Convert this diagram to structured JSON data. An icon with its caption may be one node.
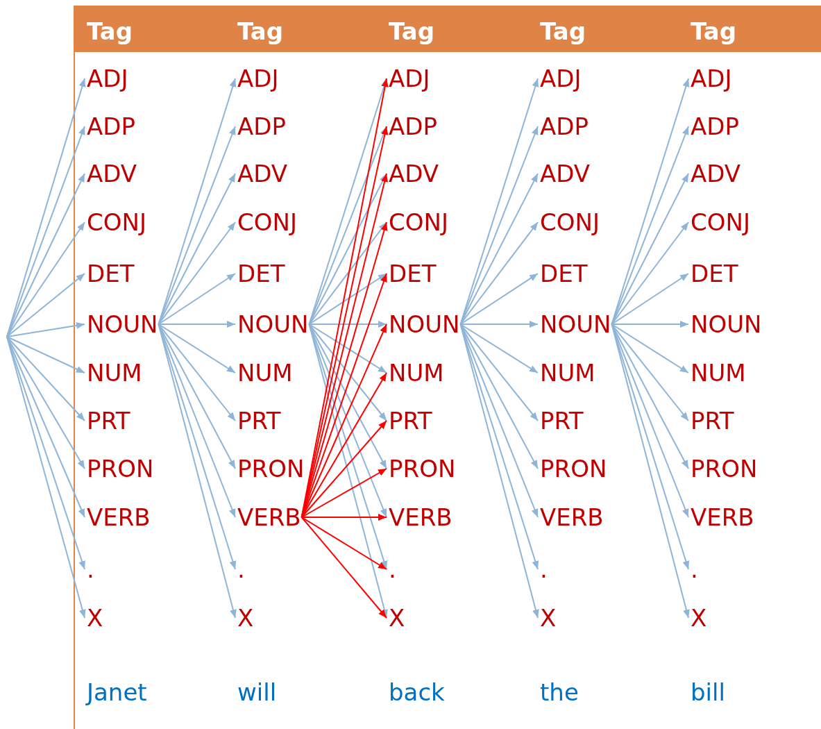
{
  "diagram": {
    "nodes": [
      {
        "text": [
          "ADJ"
        ]
      },
      {
        "text": [
          "ADP"
        ]
      },
      {
        "text": [
          "ADV"
        ]
      },
      {
        "text": [
          "CONJ"
        ]
      },
      {
        "text": [
          "DET"
        ]
      },
      {
        "text": [
          "NOUN"
        ]
      },
      {
        "text": [
          "NUM"
        ]
      },
      {
        "text": [
          "PRT"
        ]
      },
      {
        "text": [
          "PRON"
        ]
      },
      {
        "text": [
          "VERB"
        ]
      },
      {
        "text": [
          "."
        ]
      },
      {
        "text": [
          "X"
        ]
      },
      {
        "text": [
          "ADJ"
        ]
      },
      {
        "text": [
          "ADP"
        ]
      },
      {
        "text": [
          "ADV"
        ]
      },
      {
        "text": [
          "CONJ"
        ]
      },
      {
        "text": [
          "DET"
        ]
      },
      {
        "text": [
          "NOUN"
        ]
      },
      {
        "text": [
          "NUM"
        ]
      },
      {
        "text": [
          "PRT"
        ]
      },
      {
        "text": [
          "PRON"
        ]
      },
      {
        "text": [
          "VERB"
        ]
      },
      {
        "text": [
          "."
        ]
      },
      {
        "text": [
          "X"
        ]
      },
      {
        "text": [
          "ADJ"
        ]
      },
      {
        "text": [
          "ADP"
        ]
      },
      {
        "text": [
          "ADV"
        ]
      },
      {
        "text": [
          "CONJ"
        ]
      },
      {
        "text": [
          "DET"
        ]
      },
      {
        "text": [
          "NOUN"
        ]
      },
      {
        "text": [
          "NUM"
        ]
      },
      {
        "text": [
          "PRT"
        ]
      },
      {
        "text": [
          "PRON"
        ]
      },
      {
        "text": [
          "VERB"
        ]
      },
      {
        "text": [
          "."
        ]
      },
      {
        "text": [
          "X"
        ]
      },
      {
        "text": [
          "ADJ"
        ]
      },
      {
        "text": [
          "ADP"
        ]
      },
      {
        "text": [
          "ADV"
        ]
      },
      {
        "text": [
          "CONJ"
        ]
      },
      {
        "text": [
          "DET"
        ]
      },
      {
        "text": [
          "NOUN"
        ]
      },
      {
        "text": [
          "NUM"
        ]
      },
      {
        "text": [
          "PRT"
        ]
      },
      {
        "text": [
          "PRON"
        ]
      },
      {
        "text": [
          "VERB"
        ]
      },
      {
        "text": [
          "."
        ]
      },
      {
        "text": [
          "X"
        ]
      },
      {
        "text": [
          "ADJ"
        ]
      },
      {
        "text": [
          "ADP"
        ]
      },
      {
        "text": [
          "ADV"
        ]
      },
      {
        "text": [
          "CONJ"
        ]
      },
      {
        "text": [
          "DET"
        ]
      },
      {
        "text": [
          "NOUN"
        ]
      },
      {
        "text": [
          "NUM"
        ]
      },
      {
        "text": [
          "PRT"
        ]
      },
      {
        "text": [
          "PRON"
        ]
      },
      {
        "text": [
          "VERB"
        ]
      },
      {
        "text": [
          "."
        ]
      },
      {
        "text": [
          "X"
        ]
      }
    ],
    "edges": [
      {
        "from": null,
        "to": 0,
        "arrow": "to"
      },
      {
        "from": null,
        "to": 1,
        "arrow": "to"
      },
      {
        "from": null,
        "to": 2,
        "arrow": "to"
      },
      {
        "from": null,
        "to": 3,
        "arrow": "to"
      },
      {
        "from": null,
        "to": 4,
        "arrow": "to"
      },
      {
        "from": null,
        "to": 5,
        "arrow": "to"
      },
      {
        "from": null,
        "to": 6,
        "arrow": "to"
      },
      {
        "from": null,
        "to": 7,
        "arrow": "to"
      },
      {
        "from": null,
        "to": 8,
        "arrow": "to"
      },
      {
        "from": null,
        "to": 9,
        "arrow": "to"
      },
      {
        "from": null,
        "to": 10,
        "arrow": "to"
      },
      {
        "from": null,
        "to": 11,
        "arrow": "to"
      },
      {
        "from": 5,
        "to": 12,
        "arrow": "to"
      },
      {
        "from": 5,
        "to": 13,
        "arrow": "to"
      },
      {
        "from": 5,
        "to": 14,
        "arrow": "to"
      },
      {
        "from": 5,
        "to": 15,
        "arrow": "to"
      },
      {
        "from": 5,
        "to": 16,
        "arrow": "to"
      },
      {
        "from": 5,
        "to": 17,
        "arrow": "to"
      },
      {
        "from": 5,
        "to": 18,
        "arrow": "to"
      },
      {
        "from": 5,
        "to": 19,
        "arrow": "to"
      },
      {
        "from": 5,
        "to": 20,
        "arrow": "to"
      },
      {
        "from": 5,
        "to": 21,
        "arrow": "to"
      },
      {
        "from": 5,
        "to": 22,
        "arrow": "to"
      },
      {
        "from": 5,
        "to": 23,
        "arrow": "to"
      },
      {
        "from": 17,
        "to": 24,
        "arrow": "to"
      },
      {
        "from": 17,
        "to": 25,
        "arrow": "to"
      },
      {
        "from": 17,
        "to": 26,
        "arrow": "to"
      },
      {
        "from": 17,
        "to": 27,
        "arrow": "to"
      },
      {
        "from": 17,
        "to": 28,
        "arrow": "to"
      },
      {
        "from": 17,
        "to": 29,
        "arrow": "to"
      },
      {
        "from": 17,
        "to": 30,
        "arrow": "to"
      },
      {
        "from": 17,
        "to": 31,
        "arrow": "to"
      },
      {
        "from": 17,
        "to": 32,
        "arrow": "to"
      },
      {
        "from": 17,
        "to": 33,
        "arrow": "to"
      },
      {
        "from": 17,
        "to": 34,
        "arrow": "to"
      },
      {
        "from": 17,
        "to": 35,
        "arrow": "to"
      },
      {
        "from": 21,
        "to": 24,
        "arrow": "to",
        "color": "#ff0000"
      },
      {
        "from": 21,
        "to": 25,
        "arrow": "to",
        "color": "#ff0000"
      },
      {
        "from": 21,
        "to": 26,
        "arrow": "to",
        "color": "#ff0000"
      },
      {
        "from": 21,
        "to": 27,
        "arrow": "to",
        "color": "#ff0000"
      },
      {
        "from": 21,
        "to": 28,
        "arrow": "to",
        "color": "#ff0000"
      },
      {
        "from": 21,
        "to": 29,
        "arrow": "to",
        "color": "#ff0000"
      },
      {
        "from": 21,
        "to": 30,
        "arrow": "to",
        "color": "#ff0000"
      },
      {
        "from": 21,
        "to": 31,
        "arrow": "to",
        "color": "#ff0000"
      },
      {
        "from": 21,
        "to": 32,
        "arrow": "to",
        "color": "#ff0000"
      },
      {
        "from": 21,
        "to": 33,
        "arrow": "to",
        "color": "#ff0000"
      },
      {
        "from": 21,
        "to": 34,
        "arrow": "to",
        "color": "#ff0000"
      },
      {
        "from": 21,
        "to": 35,
        "arrow": "to",
        "color": "#ff0000"
      },
      {
        "from": 29,
        "to": 36,
        "arrow": "to"
      },
      {
        "from": 29,
        "to": 37,
        "arrow": "to"
      },
      {
        "from": 29,
        "to": 38,
        "arrow": "to"
      },
      {
        "from": 29,
        "to": 39,
        "arrow": "to"
      },
      {
        "from": 29,
        "to": 40,
        "arrow": "to"
      },
      {
        "from": 29,
        "to": 41,
        "arrow": "to"
      },
      {
        "from": 29,
        "to": 42,
        "arrow": "to"
      },
      {
        "from": 29,
        "to": 43,
        "arrow": "to"
      },
      {
        "from": 29,
        "to": 44,
        "arrow": "to"
      },
      {
        "from": 29,
        "to": 45,
        "arrow": "to"
      },
      {
        "from": 29,
        "to": 46,
        "arrow": "to"
      },
      {
        "from": 29,
        "to": 47,
        "arrow": "to"
      },
      {
        "from": 41,
        "to": 48,
        "arrow": "to"
      },
      {
        "from": 41,
        "to": 49,
        "arrow": "to"
      },
      {
        "from": 41,
        "to": 50,
        "arrow": "to"
      },
      {
        "from": 41,
        "to": 51,
        "arrow": "to"
      },
      {
        "from": 41,
        "to": 52,
        "arrow": "to"
      },
      {
        "from": 41,
        "to": 53,
        "arrow": "to"
      },
      {
        "from": 41,
        "to": 54,
        "arrow": "to"
      },
      {
        "from": 41,
        "to": 55,
        "arrow": "to"
      },
      {
        "from": 41,
        "to": 56,
        "arrow": "to"
      },
      {
        "from": 41,
        "to": 57,
        "arrow": "to"
      },
      {
        "from": 41,
        "to": 58,
        "arrow": "to"
      },
      {
        "from": 41,
        "to": 59,
        "arrow": "to"
      }
    ],
    "labels": [
      "Tag",
      "Tag",
      "Tag",
      "Tag",
      "Tag",
      "Janet",
      "will",
      "back",
      "the",
      "bill"
    ]
  }
}
